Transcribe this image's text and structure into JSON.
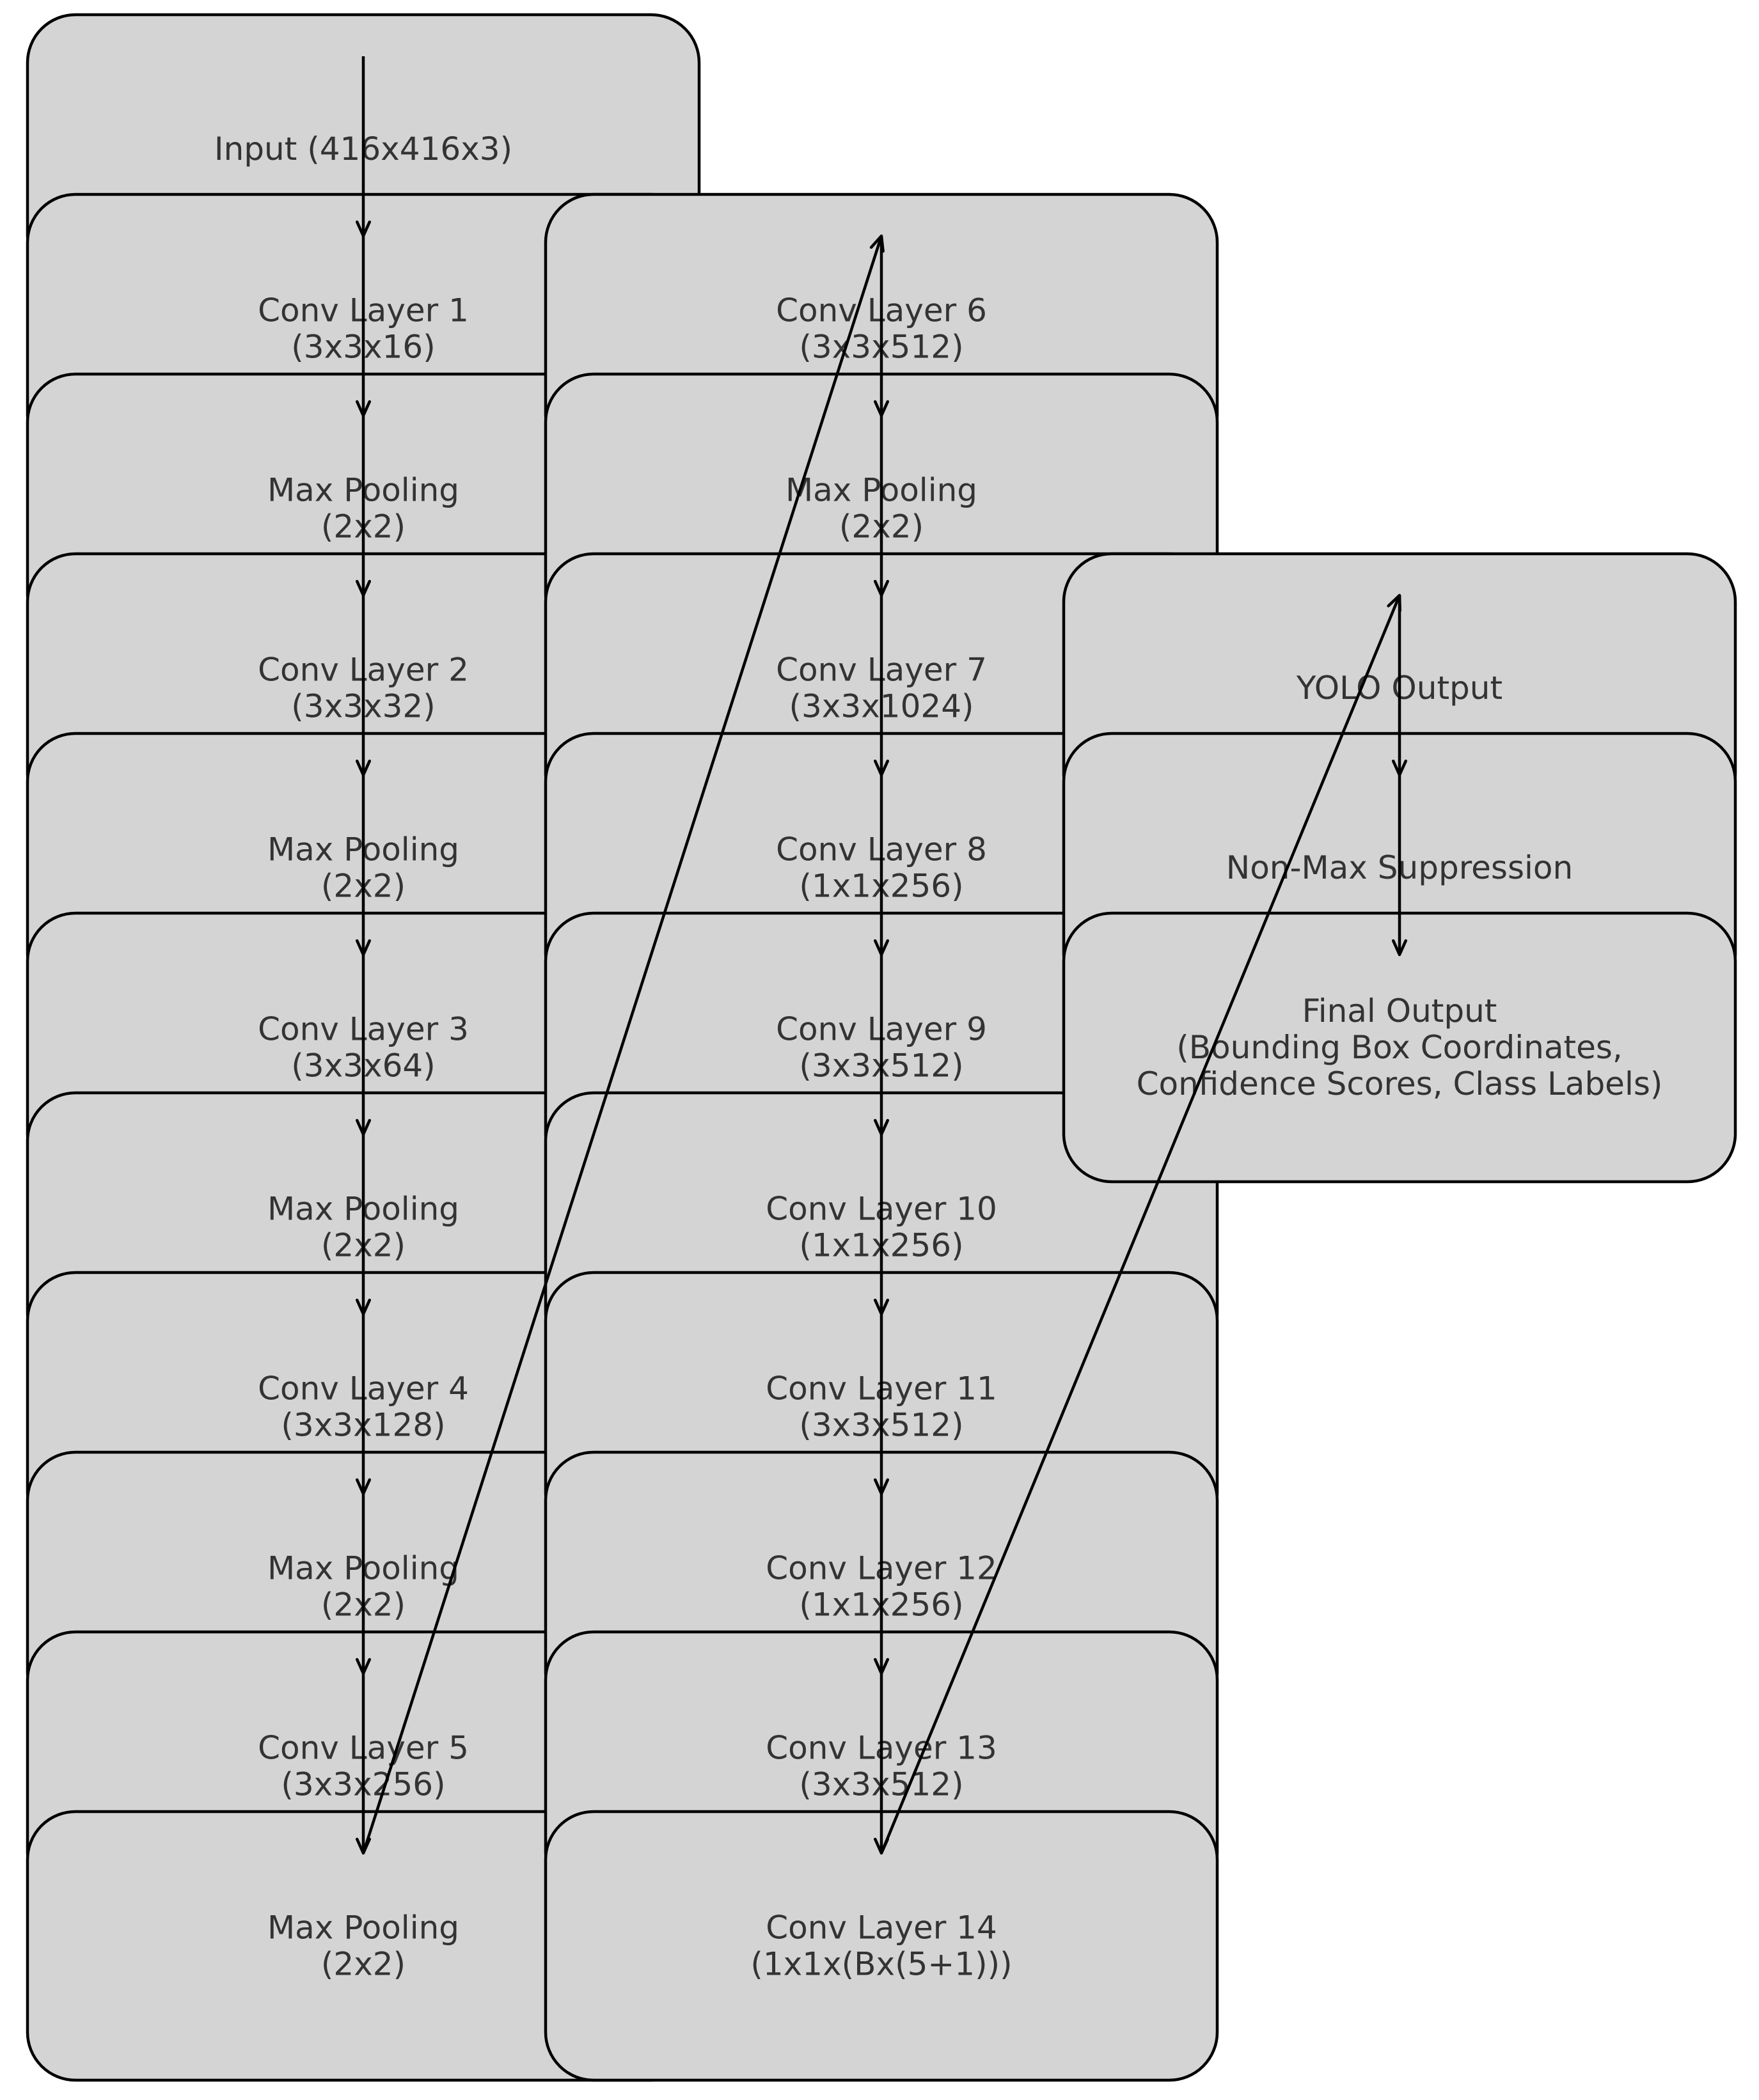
{
  "diagram": {
    "colors": {
      "box_fill": "#d4d4d4",
      "box_stroke": "#000000",
      "text": "#333333",
      "edge": "#000000"
    },
    "nodes": [
      {
        "id": "input",
        "lines": [
          "Input (416x416x3)"
        ]
      },
      {
        "id": "conv1",
        "lines": [
          "Conv Layer 1",
          "(3x3x16)"
        ]
      },
      {
        "id": "pool1",
        "lines": [
          "Max Pooling",
          "(2x2)"
        ]
      },
      {
        "id": "conv2",
        "lines": [
          "Conv Layer 2",
          "(3x3x32)"
        ]
      },
      {
        "id": "pool2",
        "lines": [
          "Max Pooling",
          "(2x2)"
        ]
      },
      {
        "id": "conv3",
        "lines": [
          "Conv Layer 3",
          "(3x3x64)"
        ]
      },
      {
        "id": "pool3",
        "lines": [
          "Max Pooling",
          "(2x2)"
        ]
      },
      {
        "id": "conv4",
        "lines": [
          "Conv Layer 4",
          "(3x3x128)"
        ]
      },
      {
        "id": "pool4",
        "lines": [
          "Max Pooling",
          "(2x2)"
        ]
      },
      {
        "id": "conv5",
        "lines": [
          "Conv Layer 5",
          "(3x3x256)"
        ]
      },
      {
        "id": "pool5",
        "lines": [
          "Max Pooling",
          "(2x2)"
        ]
      },
      {
        "id": "conv6",
        "lines": [
          "Conv Layer 6",
          "(3x3x512)"
        ]
      },
      {
        "id": "pool6",
        "lines": [
          "Max Pooling",
          "(2x2)"
        ]
      },
      {
        "id": "conv7",
        "lines": [
          "Conv Layer 7",
          "(3x3x1024)"
        ]
      },
      {
        "id": "conv8",
        "lines": [
          "Conv Layer 8",
          "(1x1x256)"
        ]
      },
      {
        "id": "conv9",
        "lines": [
          "Conv Layer 9",
          "(3x3x512)"
        ]
      },
      {
        "id": "conv10",
        "lines": [
          "Conv Layer 10",
          "(1x1x256)"
        ]
      },
      {
        "id": "conv11",
        "lines": [
          "Conv Layer 11",
          "(3x3x512)"
        ]
      },
      {
        "id": "conv12",
        "lines": [
          "Conv Layer 12",
          "(1x1x256)"
        ]
      },
      {
        "id": "conv13",
        "lines": [
          "Conv Layer 13",
          "(3x3x512)"
        ]
      },
      {
        "id": "conv14",
        "lines": [
          "Conv Layer 14",
          "(1x1x(Bx(5+1)))"
        ]
      },
      {
        "id": "yolo",
        "lines": [
          "YOLO Output"
        ]
      },
      {
        "id": "nms",
        "lines": [
          "Non-Max Suppression"
        ]
      },
      {
        "id": "final",
        "lines": [
          "Final Output",
          "(Bounding Box Coordinates,",
          "Confidence Scores, Class Labels)"
        ]
      }
    ],
    "edges": [
      {
        "from": "input",
        "to": "conv1"
      },
      {
        "from": "conv1",
        "to": "pool1"
      },
      {
        "from": "pool1",
        "to": "conv2"
      },
      {
        "from": "conv2",
        "to": "pool2"
      },
      {
        "from": "pool2",
        "to": "conv3"
      },
      {
        "from": "conv3",
        "to": "pool3"
      },
      {
        "from": "pool3",
        "to": "conv4"
      },
      {
        "from": "conv4",
        "to": "pool4"
      },
      {
        "from": "pool4",
        "to": "conv5"
      },
      {
        "from": "conv5",
        "to": "pool5"
      },
      {
        "from": "pool5",
        "to": "conv6"
      },
      {
        "from": "conv6",
        "to": "pool6"
      },
      {
        "from": "pool6",
        "to": "conv7"
      },
      {
        "from": "conv7",
        "to": "conv8"
      },
      {
        "from": "conv8",
        "to": "conv9"
      },
      {
        "from": "conv9",
        "to": "conv10"
      },
      {
        "from": "conv10",
        "to": "conv11"
      },
      {
        "from": "conv11",
        "to": "conv12"
      },
      {
        "from": "conv12",
        "to": "conv13"
      },
      {
        "from": "conv13",
        "to": "conv14"
      },
      {
        "from": "conv14",
        "to": "yolo"
      },
      {
        "from": "yolo",
        "to": "nms"
      },
      {
        "from": "nms",
        "to": "final"
      }
    ]
  }
}
